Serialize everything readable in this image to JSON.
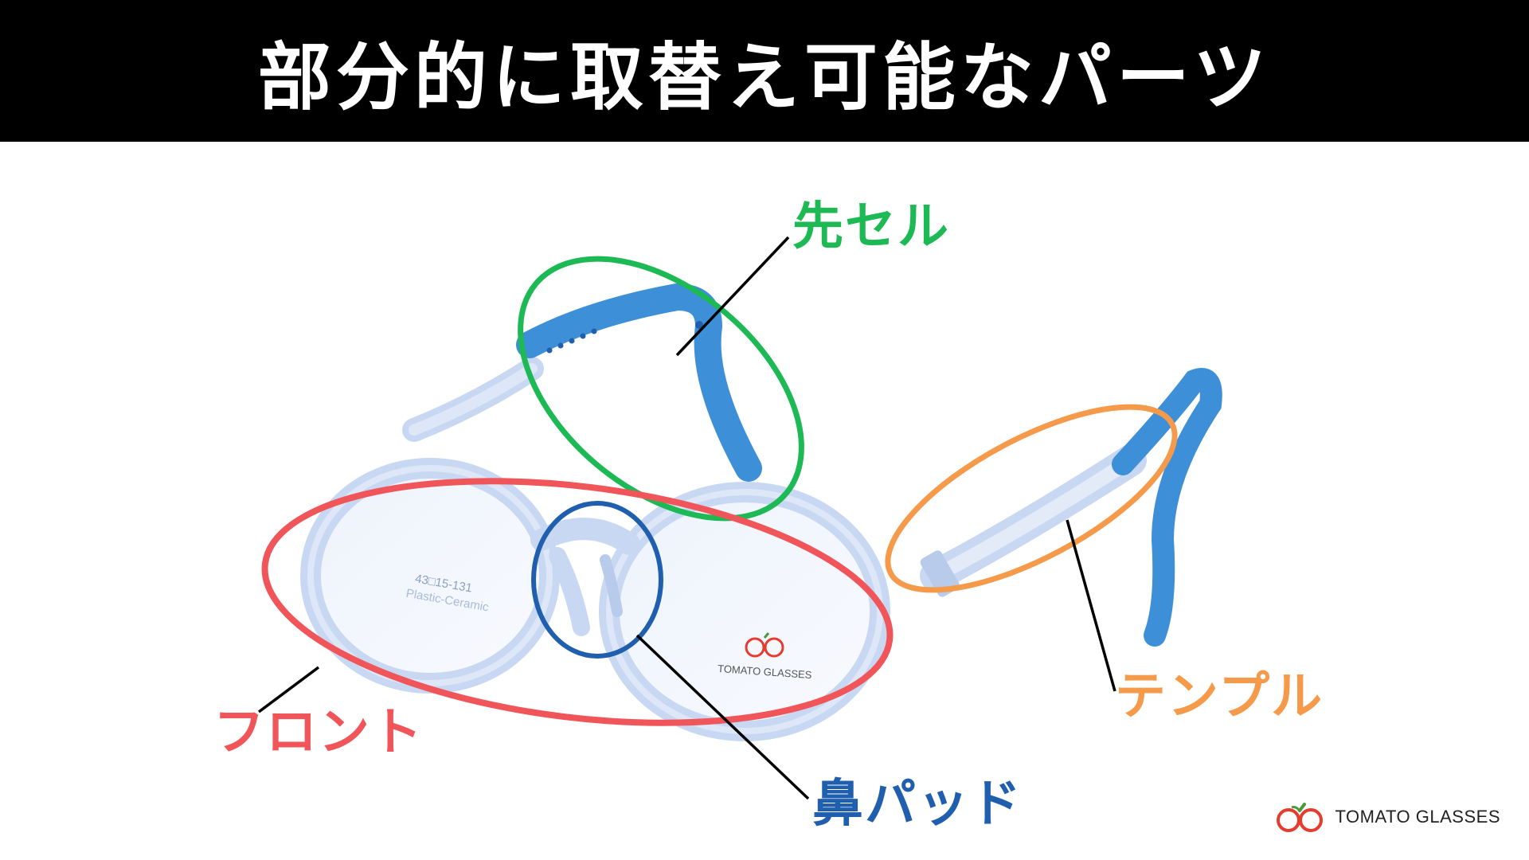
{
  "title": "部分的に取替え可能なパーツ",
  "labels": {
    "tip_cell": "先セル",
    "front": "フロント",
    "nose_pad": "鼻パッド",
    "temple": "テンプル"
  },
  "frame_print": {
    "size": "43□15-131",
    "material": "Plastic-Ceramic",
    "brand": "TOMATO GLASSES"
  },
  "logo": {
    "text": "TOMATO GLASSES"
  },
  "colors": {
    "header_bg": "#000000",
    "header_text": "#ffffff",
    "tip_cell": "#1db954",
    "front": "#f0555a",
    "nose_pad": "#1f5fae",
    "temple": "#f59a4a",
    "frame": "#c9d8f2",
    "tip_blue": "#3d8fd8",
    "logo_red": "#e63b2e",
    "logo_green": "#4a9a3a"
  },
  "icons": [
    "tomato-glasses-logo-icon"
  ]
}
